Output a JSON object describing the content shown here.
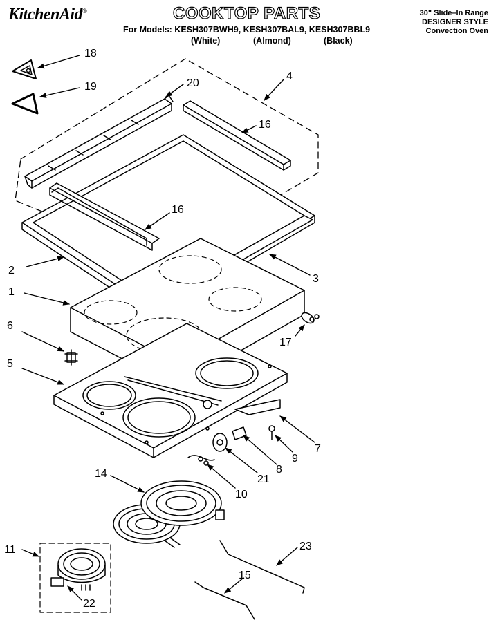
{
  "header": {
    "brand": "KitchenAid",
    "brand_mark": "®",
    "title": "COOKTOP PARTS",
    "models_line": "For Models: KESH307BWH9, KESH307BAL9, KESH307BBL9",
    "variants": [
      "(White)",
      "(Almond)",
      "(Black)"
    ],
    "spec_lines": [
      "30\" Slide–In Range",
      "DESIGNER STYLE",
      "Convection Oven"
    ]
  },
  "callouts": {
    "n1": "1",
    "n2": "2",
    "n3": "3",
    "n4": "4",
    "n5": "5",
    "n6": "6",
    "n7": "7",
    "n8": "8",
    "n9": "9",
    "n10": "10",
    "n11": "11",
    "n14": "14",
    "n15": "15",
    "n16a": "16",
    "n16b": "16",
    "n17": "17",
    "n18": "18",
    "n19": "19",
    "n20": "20",
    "n21": "21",
    "n22": "22",
    "n23": "23"
  }
}
